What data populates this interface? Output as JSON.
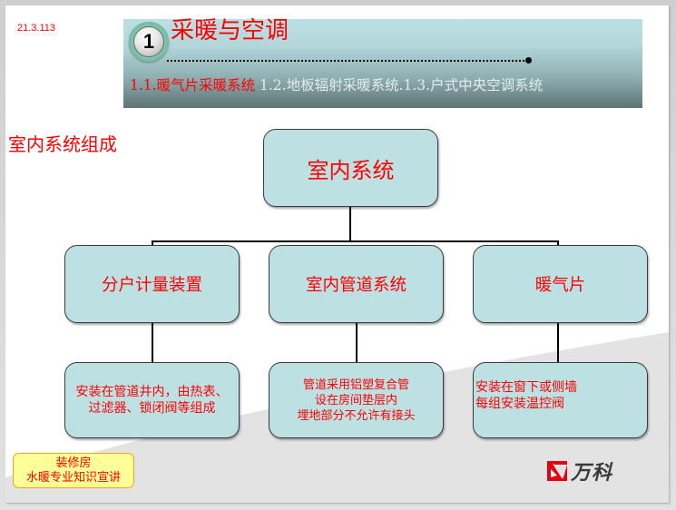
{
  "slide": {
    "date": "21.3.113",
    "section_number": "1",
    "section_title": "采暖与空调",
    "subnav": {
      "active": "1.1.暖气片采暖系统",
      "inactive": " 1.2.地板辐射采暖系统.1.3.户式中央空调系统"
    },
    "page_heading": "室内系统组成"
  },
  "diagram": {
    "root": {
      "label": "室内系统"
    },
    "children": [
      {
        "label": "分户计量装置",
        "detail_lines": [
          "安装在管道井内，由热表、",
          "过滤器、锁闭阀等组成"
        ]
      },
      {
        "label": "室内管道系统",
        "detail_lines": [
          "管道采用铝塑复合管",
          "设在房间垫层内",
          "埋地部分不允许有接头"
        ]
      },
      {
        "label": "暖气片",
        "detail_lines": [
          "安装在窗下或侧墙",
          "每组安装温控阀"
        ]
      }
    ],
    "colors": {
      "node_fill": "#bde0e3",
      "node_border": "#3c3c3c",
      "text": "#ff0000",
      "connector": "#000000"
    }
  },
  "footer": {
    "tag_line1": "装修房",
    "tag_line2": "水暖专业知识宣讲",
    "logo_text": "万科",
    "logo_icon": "vanke-logo-icon"
  }
}
